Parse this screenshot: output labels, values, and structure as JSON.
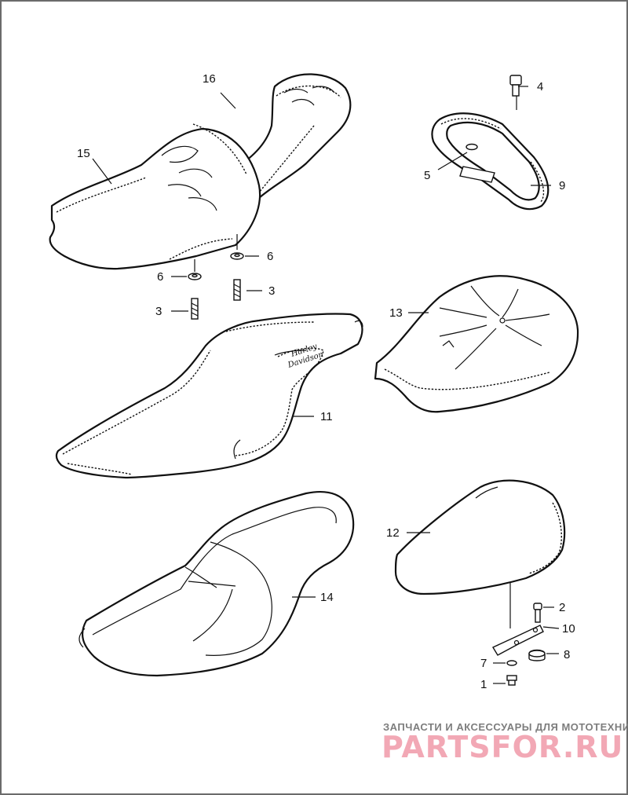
{
  "diagram": {
    "callouts": {
      "c1": "1",
      "c2": "2",
      "c3a": "3",
      "c3b": "3",
      "c4": "4",
      "c5": "5",
      "c6a": "6",
      "c6b": "6",
      "c7": "7",
      "c8": "8",
      "c9": "9",
      "c10": "10",
      "c11": "11",
      "c12": "12",
      "c13": "13",
      "c14": "14",
      "c15": "15",
      "c16": "16"
    },
    "seat_logo_text": [
      "Harley",
      "Davidson"
    ]
  },
  "watermark": {
    "tagline": "ЗАПЧАСТИ И АКСЕССУАРЫ ДЛЯ МОТОТЕХНИКИ",
    "logo": "PARTSFOR.RU"
  },
  "colors": {
    "line": "#111111",
    "frame": "#6b6b6b",
    "watermark_logo": "#f2a8b5",
    "watermark_text": "#7d7d7d"
  }
}
